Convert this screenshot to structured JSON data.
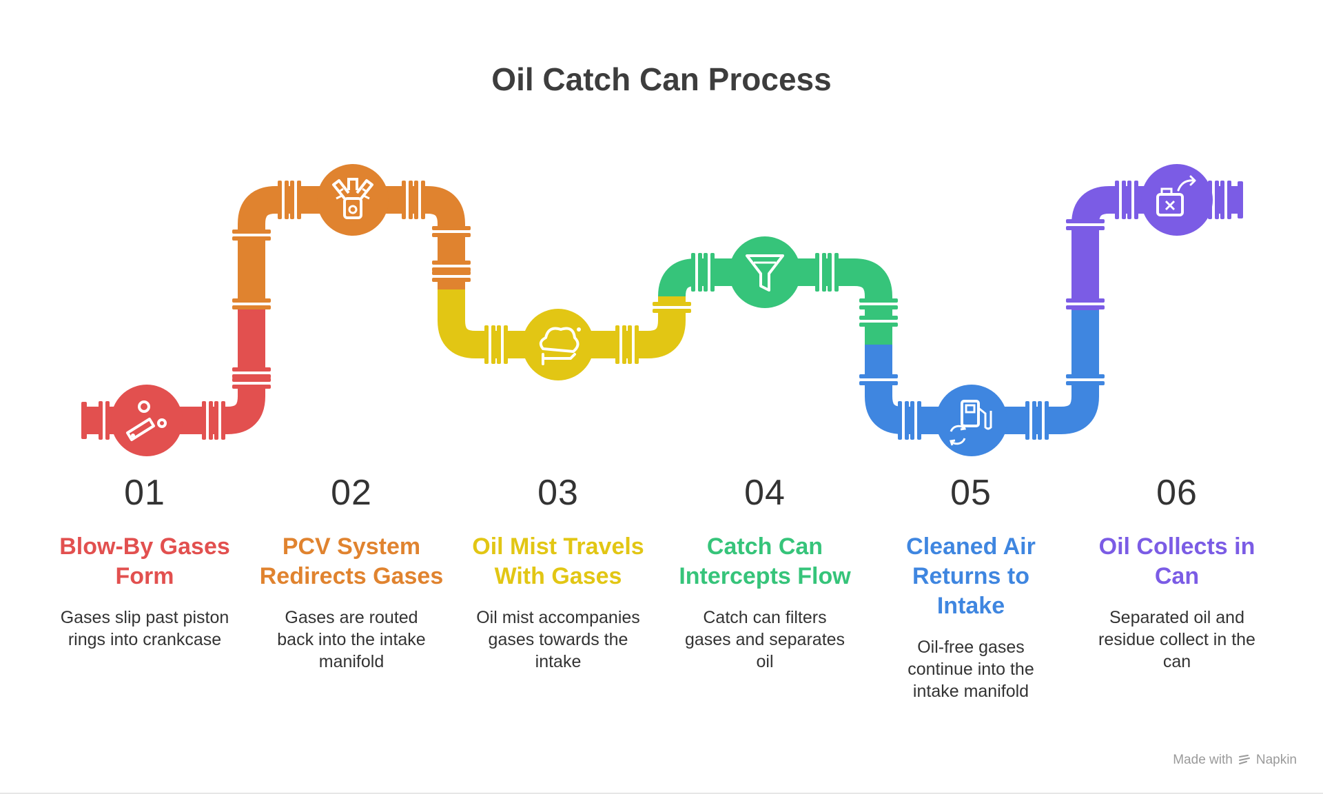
{
  "title": "Oil Catch Can Process",
  "steps": [
    {
      "number": "01",
      "title": "Blow-By Gases Form",
      "description": "Gases slip past piston rings into crankcase",
      "color": "#E2504F",
      "icon": "piston-icon"
    },
    {
      "number": "02",
      "title": "PCV System Redirects Gases",
      "description": "Gases are routed back into the intake manifold",
      "color": "#E0832F",
      "icon": "engine-icon"
    },
    {
      "number": "03",
      "title": "Oil Mist Travels With Gases",
      "description": "Oil mist accompanies gases towards the intake",
      "color": "#E2C614",
      "icon": "mist-icon"
    },
    {
      "number": "04",
      "title": "Catch Can Intercepts Flow",
      "description": "Catch can filters gases and separates oil",
      "color": "#36C47A",
      "icon": "funnel-icon"
    },
    {
      "number": "05",
      "title": "Cleaned Air Returns to Intake",
      "description": "Oil-free gases continue into the intake manifold",
      "color": "#3F86E0",
      "icon": "fuel-pump-icon"
    },
    {
      "number": "06",
      "title": "Oil Collects in Can",
      "description": "Separated oil and residue collect in the can",
      "color": "#7B5CE5",
      "icon": "oil-can-icon"
    }
  ],
  "watermark": {
    "prefix": "Made with",
    "brand": "Napkin"
  }
}
